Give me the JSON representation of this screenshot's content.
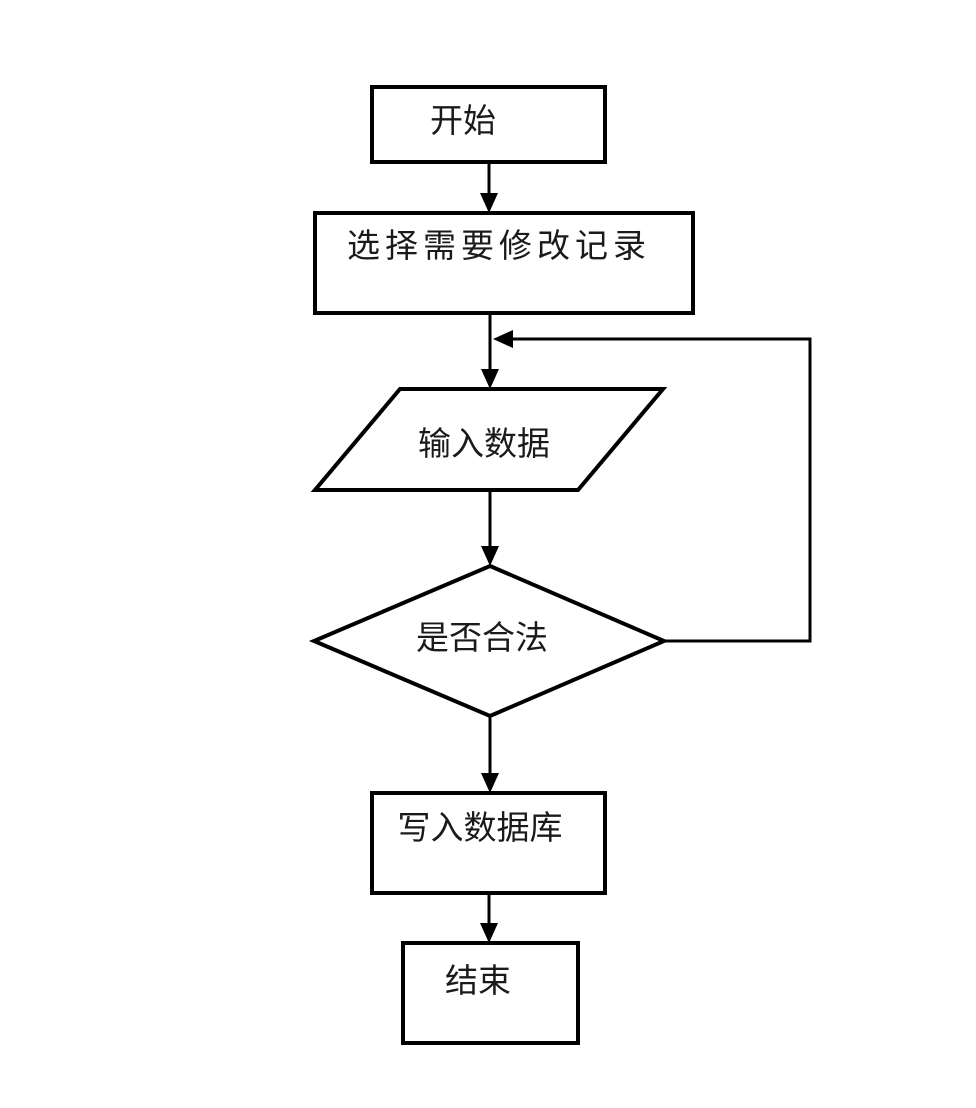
{
  "colors": {
    "background": "#ffffff",
    "shape_fill": "#ffffff",
    "stroke": "#000000",
    "text": "#1a1a1a"
  },
  "flowchart": {
    "nodes": [
      {
        "id": "start",
        "type": "rectangle",
        "label": "开始"
      },
      {
        "id": "select",
        "type": "rectangle",
        "label": "选择需要修改记录"
      },
      {
        "id": "input",
        "type": "parallelogram",
        "label": "输入数据"
      },
      {
        "id": "decision",
        "type": "diamond",
        "label": "是否合法"
      },
      {
        "id": "write",
        "type": "rectangle",
        "label": "写入数据库"
      },
      {
        "id": "end",
        "type": "rectangle",
        "label": "结束"
      }
    ],
    "edges": [
      {
        "from": "start",
        "to": "select",
        "label": ""
      },
      {
        "from": "select",
        "to": "input",
        "label": ""
      },
      {
        "from": "input",
        "to": "decision",
        "label": ""
      },
      {
        "from": "decision",
        "to": "write",
        "label": ""
      },
      {
        "from": "write",
        "to": "end",
        "label": ""
      },
      {
        "from": "decision",
        "to": "input",
        "label": "",
        "type": "loop-back"
      }
    ]
  }
}
